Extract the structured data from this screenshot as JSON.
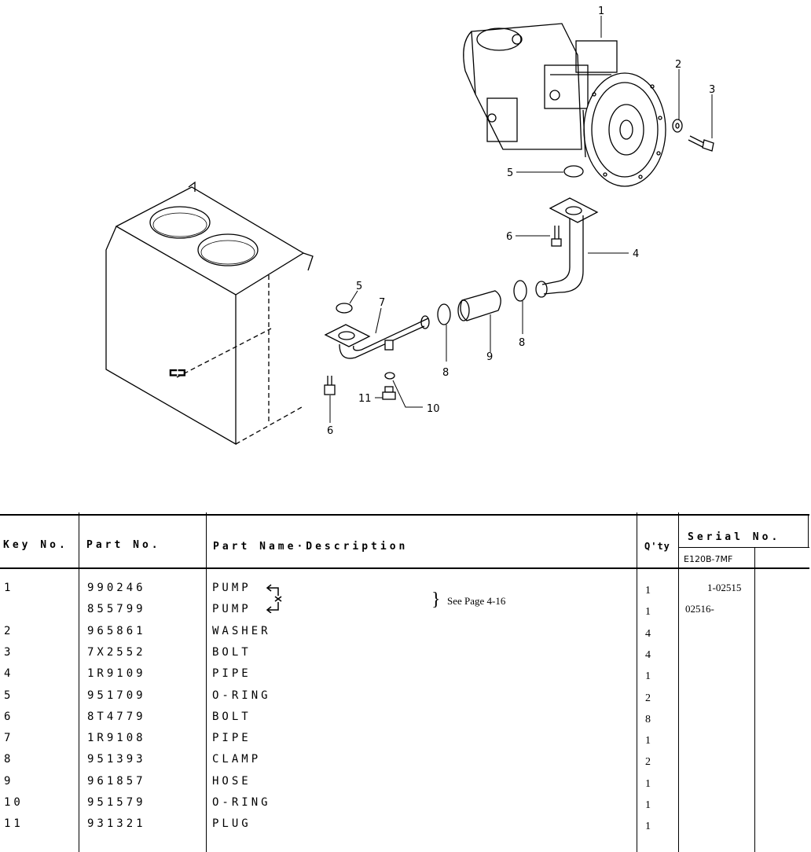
{
  "diagram": {
    "callouts": [
      "1",
      "2",
      "3",
      "4",
      "5",
      "5",
      "6",
      "6",
      "7",
      "8",
      "8",
      "9",
      "10",
      "11"
    ]
  },
  "table": {
    "headers": {
      "key_no": "Key No.",
      "part_no": "Part No.",
      "description": "Part Name·Description",
      "qty": "Q'ty",
      "serial_no": "Serial No.",
      "serial_model": "E120B-7MF"
    },
    "note": "See Page 4-16",
    "rows": [
      {
        "key": "1",
        "part": "990246",
        "name": "PUMP",
        "qty": "1",
        "serial": "1-02515"
      },
      {
        "key": "",
        "part": "855799",
        "name": "PUMP",
        "qty": "1",
        "serial": "02516-"
      },
      {
        "key": "2",
        "part": "965861",
        "name": "WASHER",
        "qty": "4",
        "serial": ""
      },
      {
        "key": "3",
        "part": "7X2552",
        "name": "BOLT",
        "qty": "4",
        "serial": ""
      },
      {
        "key": "4",
        "part": "1R9109",
        "name": "PIPE",
        "qty": "1",
        "serial": ""
      },
      {
        "key": "5",
        "part": "951709",
        "name": "O-RING",
        "qty": "2",
        "serial": ""
      },
      {
        "key": "6",
        "part": "8T4779",
        "name": "BOLT",
        "qty": "8",
        "serial": ""
      },
      {
        "key": "7",
        "part": "1R9108",
        "name": "PIPE",
        "qty": "1",
        "serial": ""
      },
      {
        "key": "8",
        "part": "951393",
        "name": "CLAMP",
        "qty": "2",
        "serial": ""
      },
      {
        "key": "9",
        "part": "961857",
        "name": "HOSE",
        "qty": "1",
        "serial": ""
      },
      {
        "key": "10",
        "part": "951579",
        "name": "O-RING",
        "qty": "1",
        "serial": ""
      },
      {
        "key": "11",
        "part": "931321",
        "name": "PLUG",
        "qty": "1",
        "serial": ""
      }
    ]
  }
}
